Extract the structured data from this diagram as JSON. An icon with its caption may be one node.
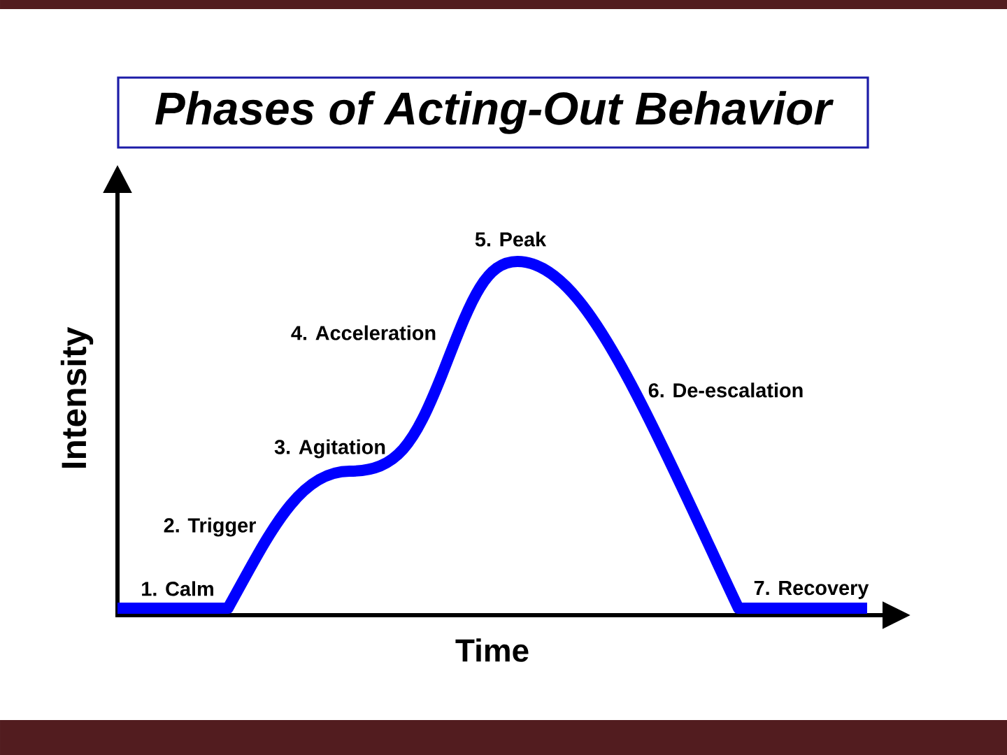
{
  "diagram": {
    "title": "Phases of Acting-Out Behavior",
    "labels": [
      "1. Calm",
      "2. Trigger",
      "3. Agitation",
      "4. Acceleration",
      "5. Peak",
      "6. De-escalation",
      "7. Recovery",
      "Intensity",
      "Time"
    ]
  }
}
